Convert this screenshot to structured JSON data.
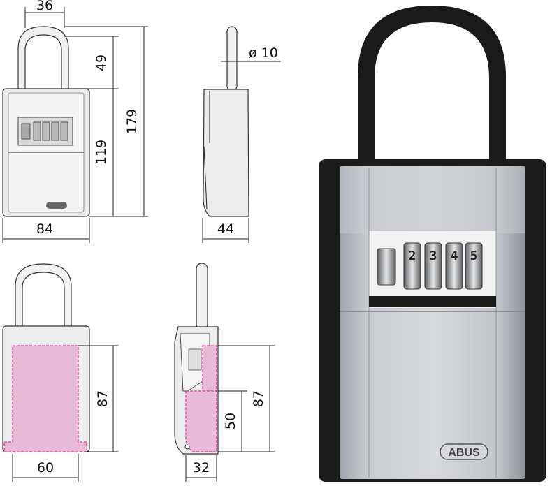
{
  "dimensions": {
    "shackle_width": "36",
    "shackle_height": "49",
    "body_height": "119",
    "total_height": "179",
    "body_width": "84",
    "shackle_diameter": "ø 10",
    "body_depth": "44",
    "inner_height_front": "87",
    "inner_width": "60",
    "inner_height_side": "87",
    "inner_lower_height": "50",
    "inner_depth": "32"
  },
  "dial_digits": [
    "2",
    "3",
    "4",
    "5"
  ],
  "brand": "ABUS",
  "colors": {
    "inner_space": "#e9b9d8",
    "inner_dash": "#d23b9a",
    "shackle_black": "#1a1a1a",
    "body_silver": "#c3c6ca"
  }
}
